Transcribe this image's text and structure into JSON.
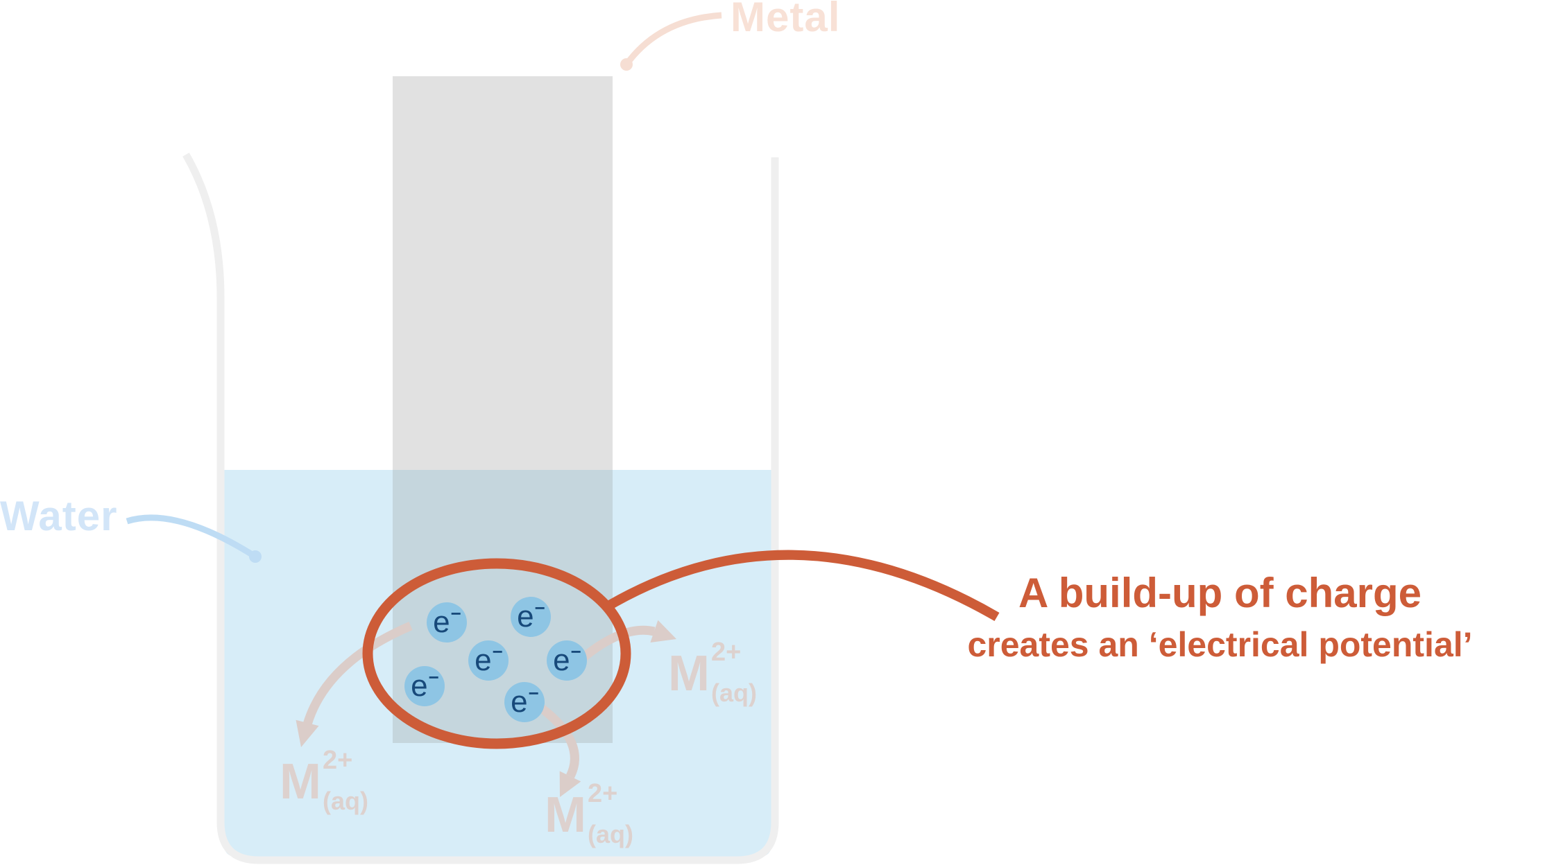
{
  "diagram": {
    "labels": {
      "metal": "Metal",
      "water": "Water"
    },
    "annotation": {
      "line1": "A build-up of charge",
      "line2": "creates an ‘electrical potential’"
    },
    "electrons": [
      {
        "base": "e",
        "charge": "−"
      },
      {
        "base": "e",
        "charge": "−"
      },
      {
        "base": "e",
        "charge": "−"
      },
      {
        "base": "e",
        "charge": "−"
      },
      {
        "base": "e",
        "charge": "−"
      },
      {
        "base": "e",
        "charge": "−"
      }
    ],
    "ions": [
      {
        "symbol": "M",
        "charge": "2+",
        "state": "(aq)"
      },
      {
        "symbol": "M",
        "charge": "2+",
        "state": "(aq)"
      },
      {
        "symbol": "M",
        "charge": "2+",
        "state": "(aq)"
      }
    ],
    "colors": {
      "accent_orange": "#cd5c38",
      "water_fill": "#d7edf8",
      "metal_fill": "#e1e1e1",
      "metal_underwater_fill": "#c5d6dd",
      "beaker_outline": "#efefef",
      "electron_fill": "#8ec5e4",
      "electron_text": "#17497a",
      "faded_ion_text": "#ddd1ce",
      "faded_arrow": "#dbcdc9",
      "metal_label_text": "#f8e1d6",
      "water_label_text": "#d2e5f8",
      "water_pointer_line": "#bedcf4",
      "metal_pointer_line": "#f6ded3"
    }
  }
}
